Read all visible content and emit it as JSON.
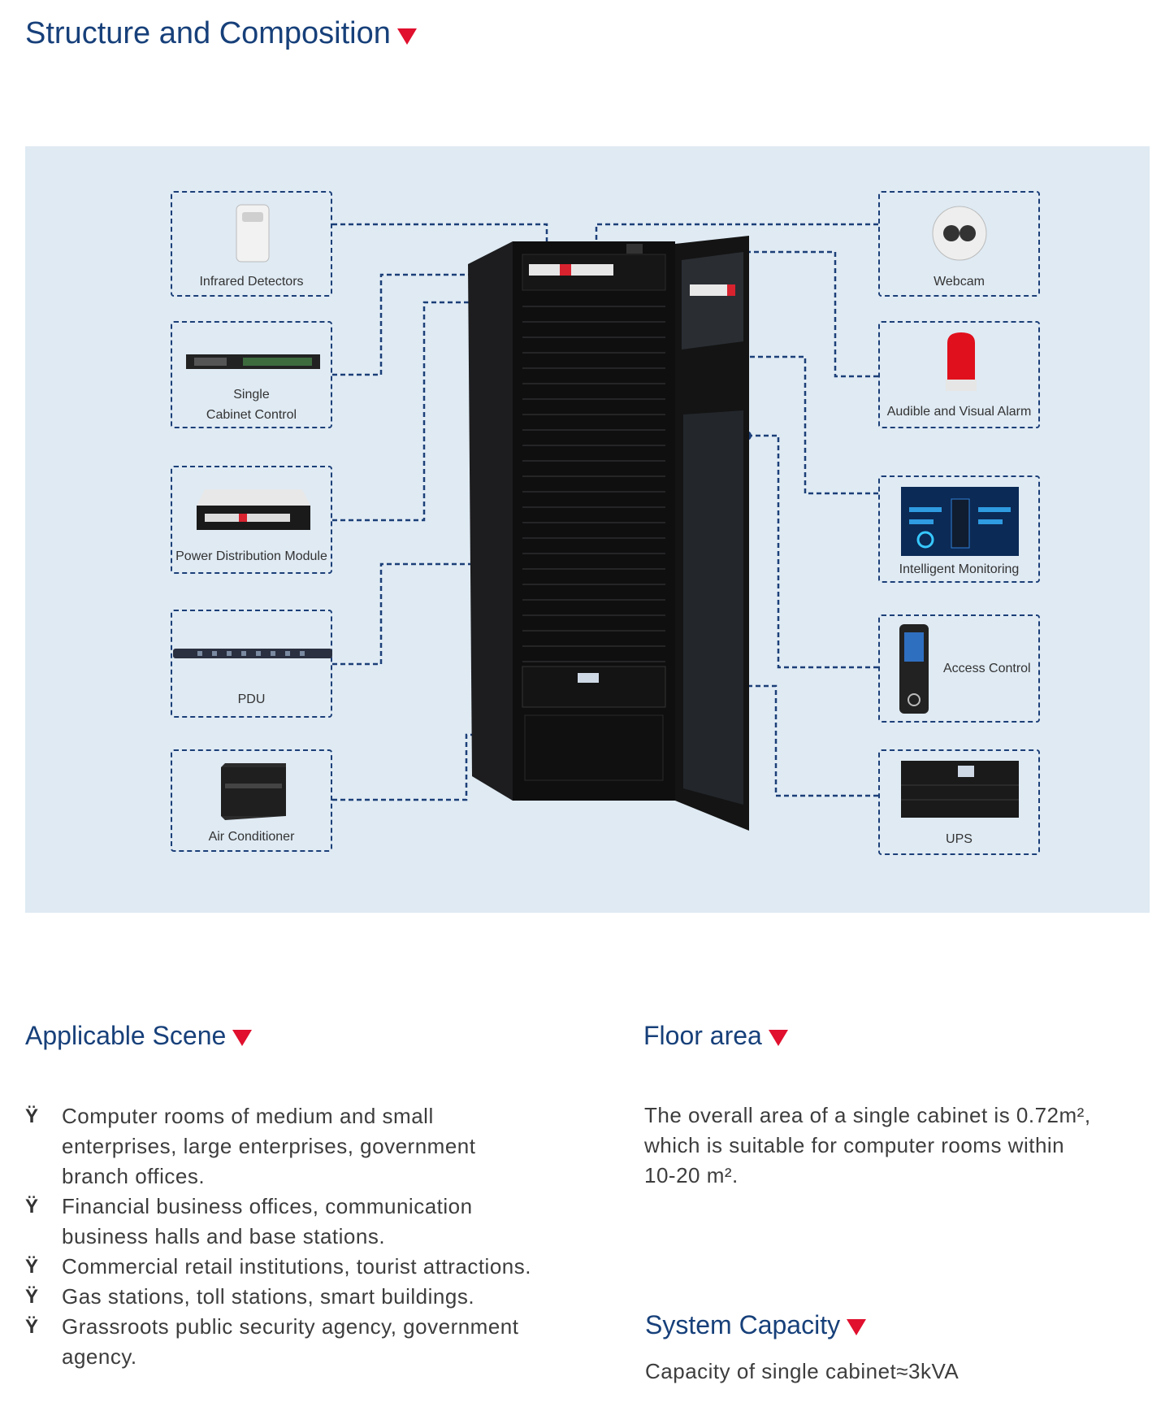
{
  "headings": {
    "structure": "Structure and Composition",
    "scene": "Applicable Scene",
    "floor": "Floor area",
    "capacity": "System Capacity"
  },
  "components": {
    "infrared": "Infrared Detectors",
    "single_cabinet_line1": "Single",
    "single_cabinet_line2": "Cabinet Control",
    "pdm": "Power Distribution Module",
    "pdu": "PDU",
    "air": "Air Conditioner",
    "webcam": "Webcam",
    "alarm": "Audible and Visual Alarm",
    "monitoring": "Intelligent Monitoring",
    "access": "Access Control",
    "ups": "UPS"
  },
  "bullet_mark": "Ÿ",
  "scenes": [
    {
      "line1": "Computer rooms of medium and small",
      "line2": "enterprises, large enterprises, government",
      "line3": "branch offices."
    },
    {
      "line1": "Financial business offices, communication",
      "line2": "business halls and base stations."
    },
    {
      "line1": "Commercial retail institutions, tourist attractions."
    },
    {
      "line1": "Gas stations, toll stations, smart buildings."
    },
    {
      "line1": "Grassroots public security agency, government",
      "line2": "agency."
    }
  ],
  "floor_text": {
    "line1": "The overall area of a single cabinet is 0.72m²,",
    "line2": "which is suitable for computer rooms within",
    "line3": "10-20 m²."
  },
  "capacity_text": "Capacity of single cabinet≈3kVA",
  "colors": {
    "heading": "#17407a",
    "accent": "#e0102e",
    "diagram_bg": "#dfeaf3",
    "connector": "#1c3f78"
  }
}
